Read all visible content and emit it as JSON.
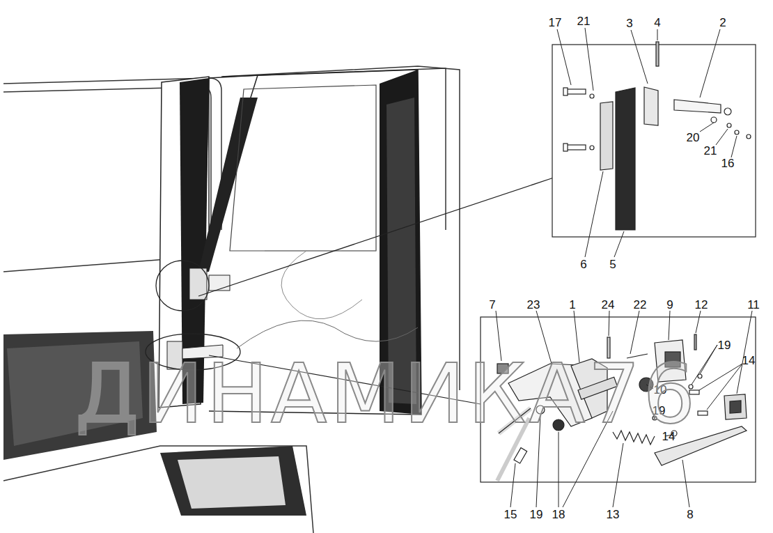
{
  "diagram": {
    "labels": [
      "17",
      "21",
      "3",
      "4",
      "2",
      "20",
      "21",
      "16",
      "6",
      "5",
      "7",
      "23",
      "1",
      "24",
      "22",
      "9",
      "12",
      "19",
      "14",
      "11",
      "10",
      "19",
      "14",
      "15",
      "19",
      "18",
      "13",
      "8",
      "ДИНАМИКА76"
    ]
  }
}
